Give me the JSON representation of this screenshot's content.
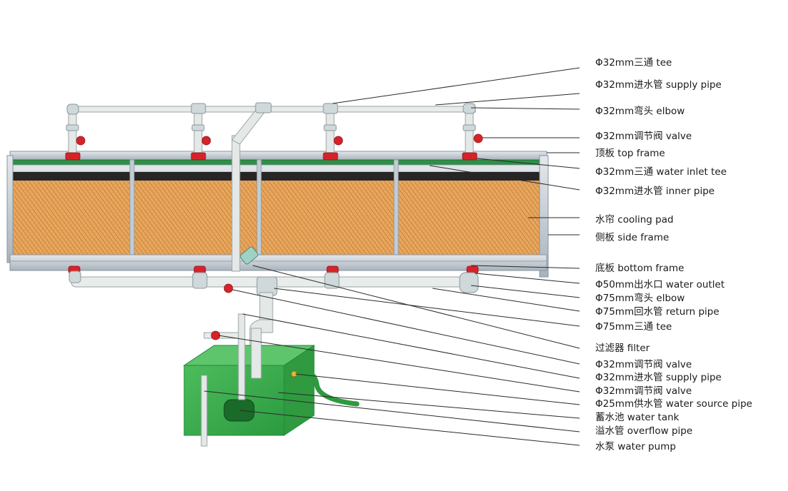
{
  "labels": [
    {
      "id": "tee-32",
      "text": "Φ32mm三通 tee"
    },
    {
      "id": "supply-pipe-top",
      "text": "Φ32mm进水管  supply  pipe"
    },
    {
      "id": "elbow-32",
      "text": "Φ32mm弯头 elbow"
    },
    {
      "id": "valve-top",
      "text": "Φ32mm调节阀 valve"
    },
    {
      "id": "top-frame",
      "text": "顶板 top frame"
    },
    {
      "id": "inlet-tee",
      "text": "Φ32mm三通 water inlet tee"
    },
    {
      "id": "inner-pipe",
      "text": "Φ32mm进水管 inner pipe"
    },
    {
      "id": "cooling-pad",
      "text": "水帘 cooling pad"
    },
    {
      "id": "side-frame",
      "text": "侧板 side frame"
    },
    {
      "id": "bottom-frame",
      "text": "底板 bottom frame"
    },
    {
      "id": "water-outlet",
      "text": "Φ50mm出水口 water outlet"
    },
    {
      "id": "elbow-75",
      "text": "Φ75mm弯头 elbow"
    },
    {
      "id": "return-pipe",
      "text": "Φ75mm回水管 return pipe"
    },
    {
      "id": "tee-75",
      "text": "Φ75mm三通 tee"
    },
    {
      "id": "filter",
      "text": "过滤器 filter"
    },
    {
      "id": "valve-mid",
      "text": "Φ32mm调节阀 valve"
    },
    {
      "id": "supply-pipe-low",
      "text": "Φ32mm进水管 supply  pipe"
    },
    {
      "id": "valve-low",
      "text": "Φ32mm调节阀 valve"
    },
    {
      "id": "source-pipe",
      "text": "Φ25mm供水管 water source pipe"
    },
    {
      "id": "water-tank",
      "text": "蓄水池 water tank"
    },
    {
      "id": "overflow-pipe",
      "text": "溢水管 overflow pipe"
    },
    {
      "id": "water-pump",
      "text": "水泵 water pump"
    }
  ],
  "colors": {
    "cooling_pad": "#e8a860",
    "pad_stripe": "#c97f35",
    "frame_gray": "#bcc6cf",
    "frame_dark": "#262626",
    "frame_green": "#2f8f47",
    "pipe_white": "#e8eceb",
    "valve_red": "#d6232a",
    "tank_green": "#3dab4f",
    "tank_dark": "#1f8a36",
    "source_pipe_green": "#2e9a3e"
  }
}
